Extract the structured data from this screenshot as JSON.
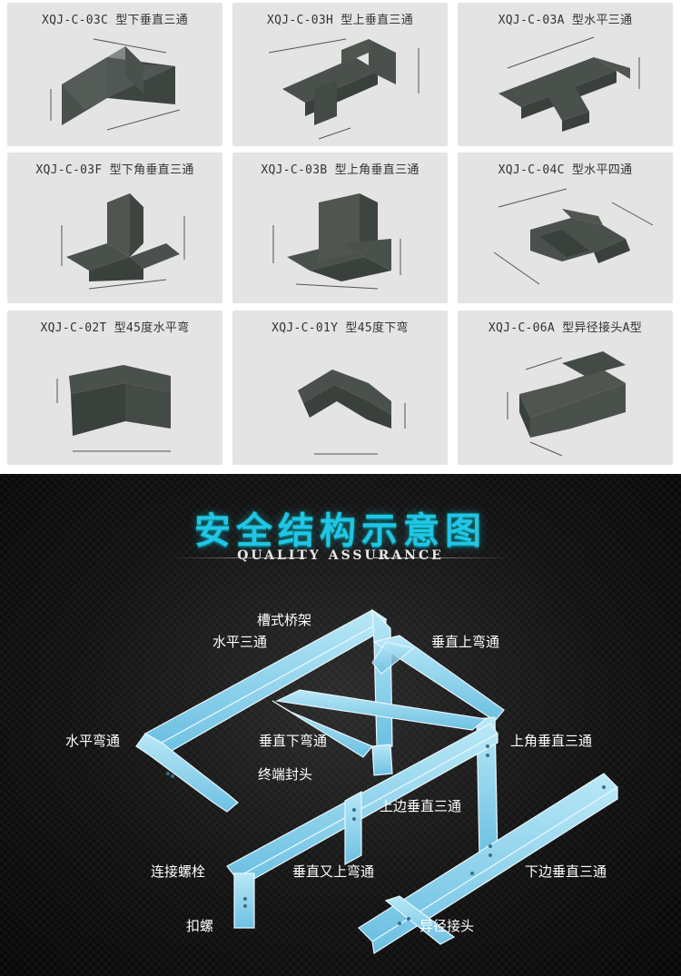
{
  "catalog": [
    {
      "title": "XQJ-C-03C 型下垂直三通"
    },
    {
      "title": "XQJ-C-03H 型上垂直三通"
    },
    {
      "title": "XQJ-C-03A 型水平三通"
    },
    {
      "title": "XQJ-C-03F 型下角垂直三通"
    },
    {
      "title": "XQJ-C-03B 型上角垂直三通"
    },
    {
      "title": "XQJ-C-04C 型水平四通"
    },
    {
      "title": "XQJ-C-02T 型45度水平弯"
    },
    {
      "title": "XQJ-C-01Y 型45度下弯"
    },
    {
      "title": "XQJ-C-06A 型异径接头A型"
    }
  ],
  "diagram": {
    "title": "安全结构示意图",
    "subtitle": "QUALITY ASSURANCE",
    "labels": {
      "trough_tray": "槽式桥架",
      "horizontal_tee": "水平三通",
      "vertical_up_bend": "垂直上弯通",
      "horizontal_bend": "水平弯通",
      "vertical_down_bend": "垂直下弯通",
      "upper_corner_vertical_tee": "上角垂直三通",
      "end_cap": "终端封头",
      "upper_side_vertical_tee": "上边垂直三通",
      "connecting_bolt": "连接螺栓",
      "vertical_up_down_bend": "垂直又上弯通",
      "lower_side_vertical_tee": "下边垂直三通",
      "nut": "扣螺",
      "reducer_joint": "异径接头"
    }
  },
  "colors": {
    "card_bg": "#e4e4e4",
    "part_fill": "#4a504c",
    "title_accent": "#22c4ea",
    "tray_fill": "#8fd3ee"
  }
}
